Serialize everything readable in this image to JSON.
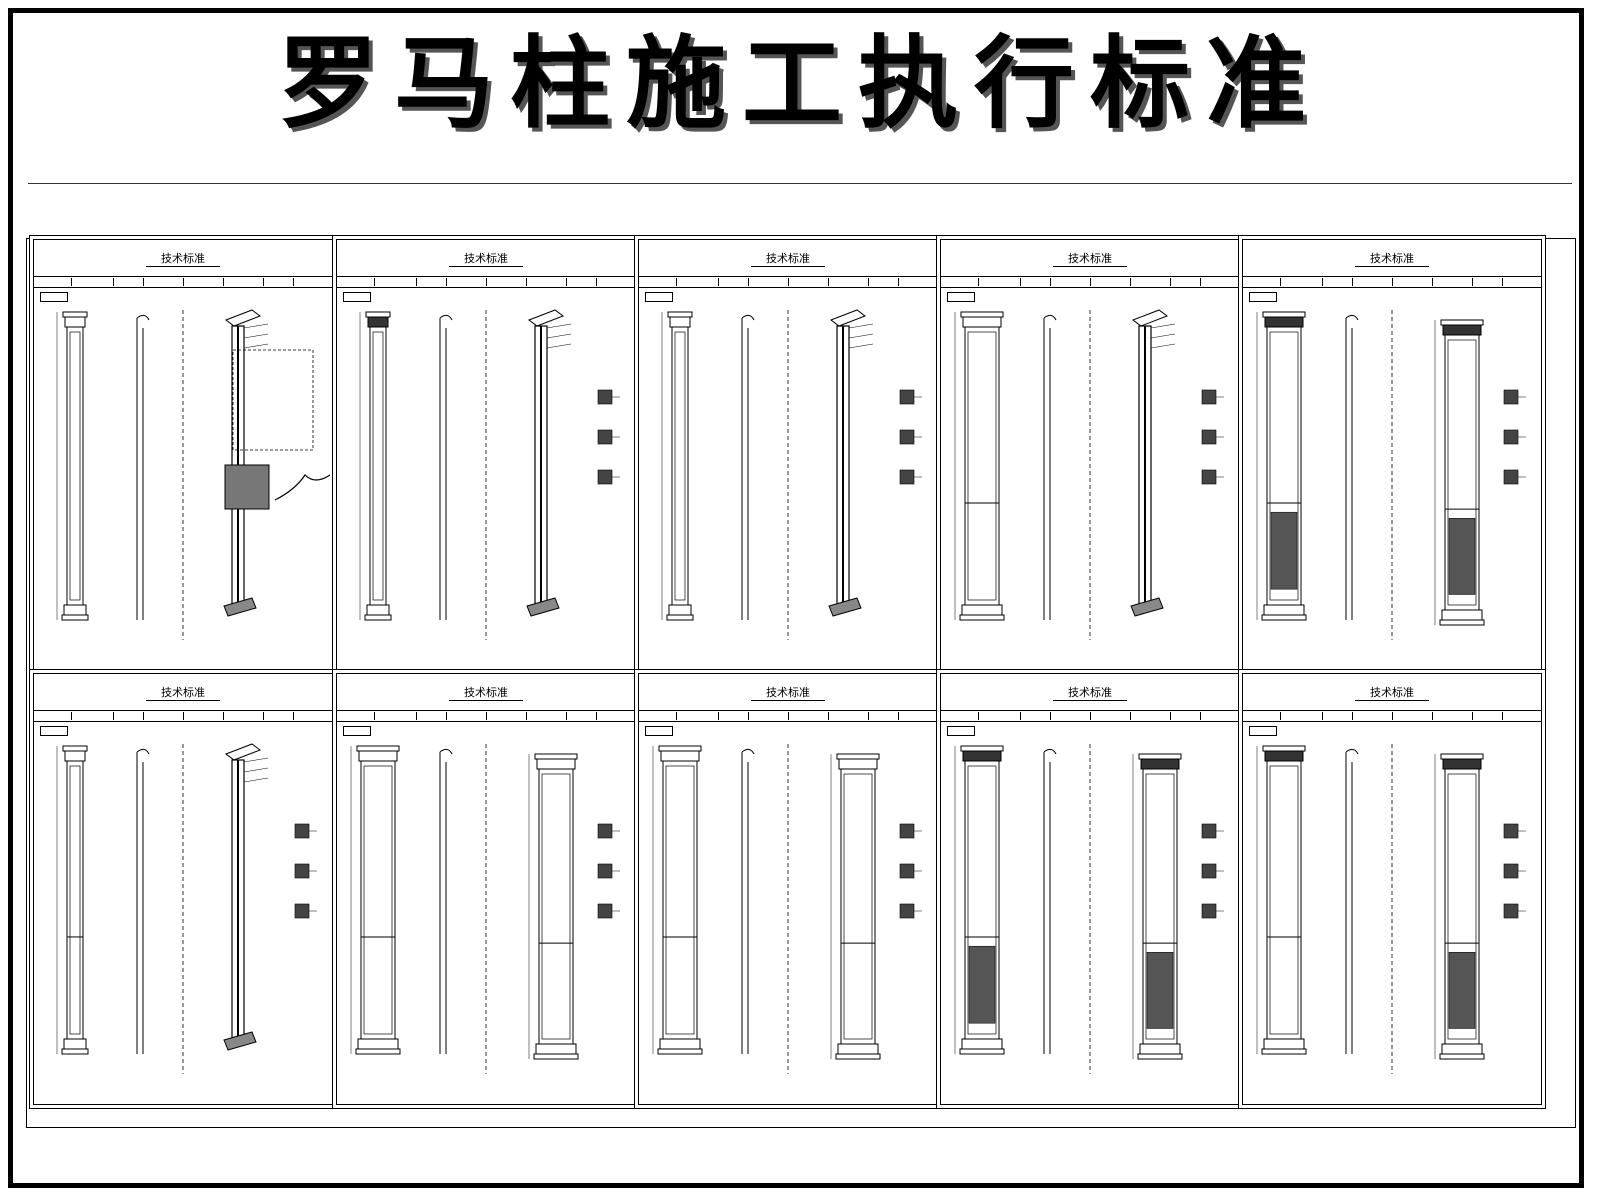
{
  "title": "罗马柱施工执行标准",
  "sheet_title": "技术标准",
  "sheets": [
    {
      "id": 1,
      "variant": "fluted"
    },
    {
      "id": 2,
      "variant": "ornate"
    },
    {
      "id": 3,
      "variant": "slim"
    },
    {
      "id": 4,
      "variant": "panel"
    },
    {
      "id": 5,
      "variant": "carved"
    },
    {
      "id": 6,
      "variant": "round"
    },
    {
      "id": 7,
      "variant": "square"
    },
    {
      "id": 8,
      "variant": "block"
    },
    {
      "id": 9,
      "variant": "rosette"
    },
    {
      "id": 10,
      "variant": "capital"
    }
  ]
}
